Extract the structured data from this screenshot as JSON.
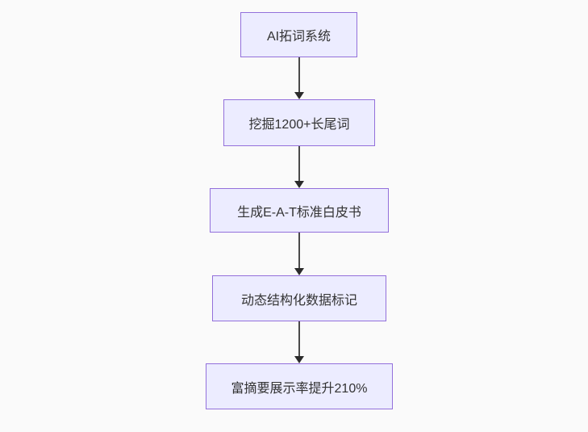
{
  "diagram": {
    "type": "flowchart",
    "direction": "top-down",
    "nodes": [
      {
        "id": "A",
        "label": "AI拓词系统"
      },
      {
        "id": "B",
        "label": "挖掘1200+长尾词"
      },
      {
        "id": "C",
        "label": "生成E-A-T标准白皮书"
      },
      {
        "id": "D",
        "label": "动态结构化数据标记"
      },
      {
        "id": "E",
        "label": "富摘要展示率提升210%"
      }
    ],
    "edges": [
      {
        "from": "A",
        "to": "B"
      },
      {
        "from": "B",
        "to": "C"
      },
      {
        "from": "C",
        "to": "D"
      },
      {
        "from": "D",
        "to": "E"
      }
    ],
    "colors": {
      "background": "#fafafa",
      "node_fill": "#ECECFF",
      "node_border": "#9370DB",
      "edge_line": "#4a4a4a",
      "arrowhead": "#2b2b2b",
      "text": "#333333"
    }
  }
}
